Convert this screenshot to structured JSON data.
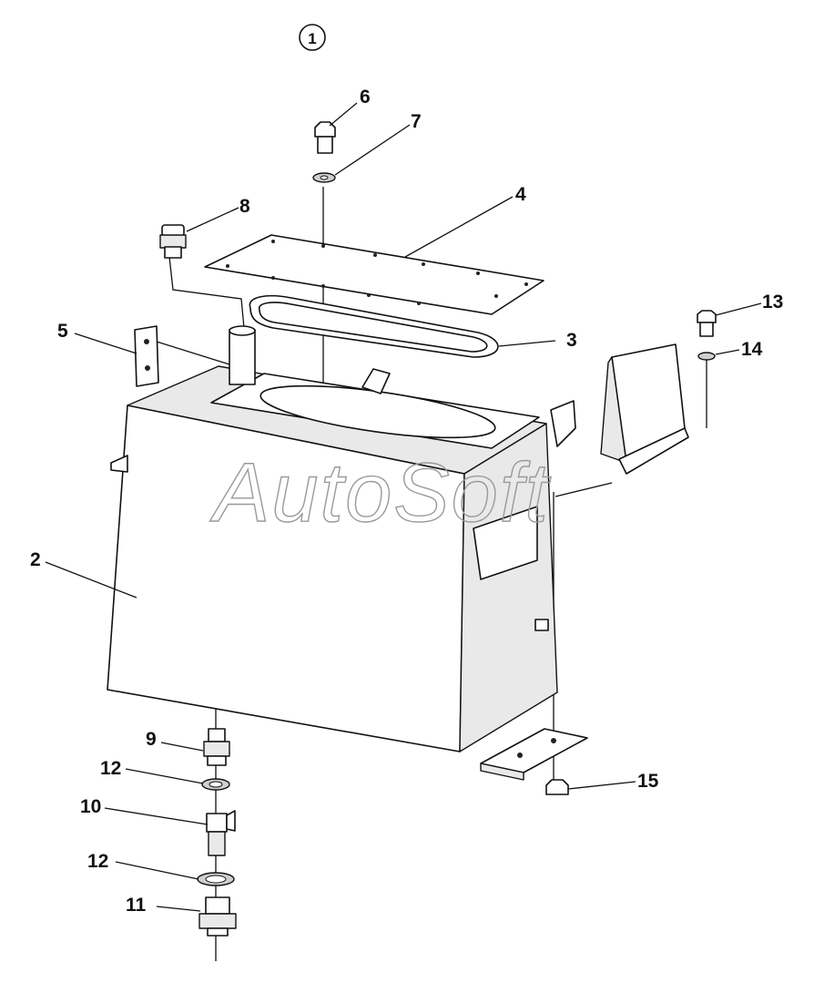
{
  "assembly_number": "1",
  "watermark": "AutoSoft",
  "callouts": [
    "2",
    "3",
    "4",
    "5",
    "6",
    "7",
    "8",
    "9",
    "10",
    "11",
    "12",
    "12",
    "13",
    "14",
    "15"
  ]
}
